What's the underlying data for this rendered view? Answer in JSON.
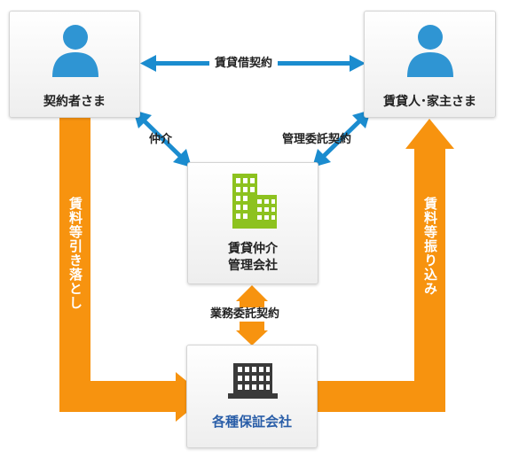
{
  "parties": {
    "tenant": {
      "label": "契約者さま",
      "icon": "person-icon"
    },
    "landlord": {
      "label": "賃貸人･家主さま",
      "icon": "person-icon"
    },
    "management": {
      "line1": "賃貸仲介",
      "line2": "管理会社",
      "icon": "building-icon"
    },
    "guarantor": {
      "label": "各種保証会社",
      "icon": "office-building-icon"
    }
  },
  "connections": {
    "lease": "賃貸借契約",
    "brokerage": "仲介",
    "management_contract": "管理委託契約",
    "business_contract": "業務委託契約"
  },
  "money_flows": {
    "left": "賃料等引き落とし",
    "right": "賃料等振り込み"
  },
  "colors": {
    "person": "#2f95d3",
    "arrow_blue": "#1b8ccf",
    "building_green": "#8dc21f",
    "building_dark": "#3a3a3a",
    "flow_orange": "#f7930f",
    "guarantor_text": "#2a5ea8"
  }
}
